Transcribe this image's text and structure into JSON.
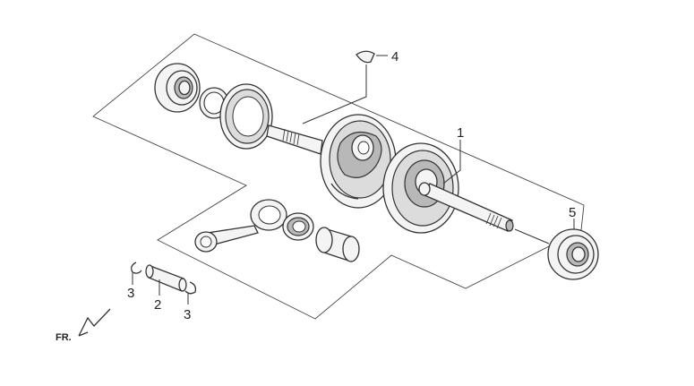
{
  "callouts": [
    {
      "id": "1",
      "label": "1"
    },
    {
      "id": "2",
      "label": "2"
    },
    {
      "id": "3a",
      "label": "3"
    },
    {
      "id": "3b",
      "label": "3"
    },
    {
      "id": "4",
      "label": "4"
    },
    {
      "id": "5",
      "label": "5"
    }
  ],
  "direction_indicator": {
    "label": "FR."
  },
  "colors": {
    "line": "#333333",
    "background": "#ffffff",
    "shade": "#b8b8b8"
  }
}
